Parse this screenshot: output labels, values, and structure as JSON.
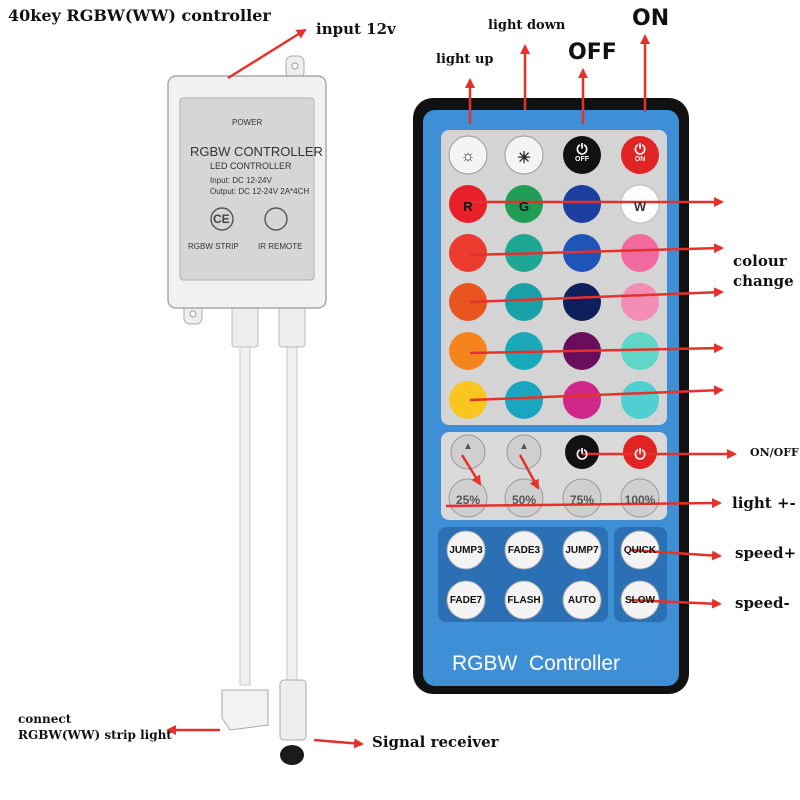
{
  "title": "40key RGBW(WW) controller",
  "callouts": {
    "input": "input 12v",
    "light_down": "light down",
    "light_up": "light up",
    "off": "OFF",
    "on": "ON",
    "colour_change_1": "colour",
    "colour_change_2": "change",
    "on_off": "ON/OFF",
    "light_pm": "light +-",
    "speed_plus": "speed+",
    "speed_minus": "speed-",
    "connect_1": "connect",
    "connect_2": "RGBW(WW) strip light",
    "signal": "Signal receiver"
  },
  "controller": {
    "power": "POWER",
    "brand": "RGBW CONTROLLER",
    "sub": "LED CONTROLLER",
    "input": "Input: DC 12-24V",
    "output": "Output: DC 12-24V 2A*4CH",
    "ce": "CE",
    "strip": "RGBW STRIP",
    "ir": "IR REMOTE"
  },
  "remote": {
    "name": "RGBW  Controller",
    "off_label": "OFF",
    "on_label": "ON",
    "color_letters": [
      "R",
      "G",
      "",
      "W"
    ],
    "color_rows": [
      [
        "#e8202a",
        "#1f9d55",
        "#1c3fa0",
        "#ffffff"
      ],
      [
        "#ec3b2f",
        "#1ea894",
        "#1f55b8",
        "#f06aa0"
      ],
      [
        "#e8541e",
        "#1aa1a8",
        "#0e1f5e",
        "#f28db6"
      ],
      [
        "#f5841f",
        "#1aa9b8",
        "#6a0e5c",
        "#5fd6c8"
      ],
      [
        "#f8c61e",
        "#1aa6c0",
        "#d0288a",
        "#4fcfd0"
      ]
    ],
    "percent": [
      "25%",
      "50%",
      "75%",
      "100%"
    ],
    "modes": [
      [
        "JUMP3",
        "FADE3",
        "JUMP7"
      ],
      [
        "FADE7",
        "FLASH",
        "AUTO"
      ]
    ],
    "speed": [
      "QUICK",
      "SLOW"
    ]
  },
  "colors": {
    "remote_blue": "#3f8fd6",
    "arrow_red": "#e5312b"
  }
}
